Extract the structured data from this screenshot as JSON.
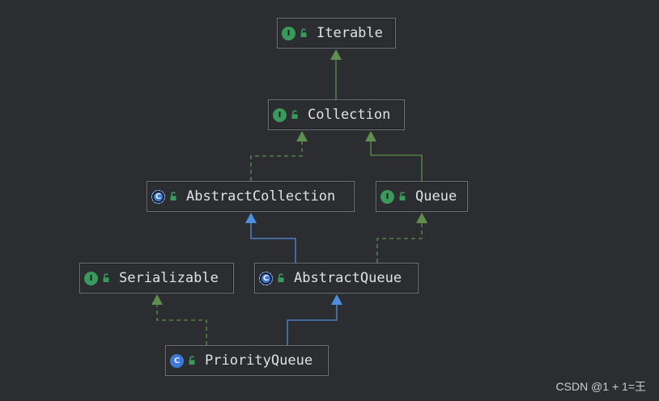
{
  "nodes": {
    "iterable": {
      "label": "Iterable",
      "kind": "interface",
      "kind_letter": "I",
      "icon": "interface-icon"
    },
    "collection": {
      "label": "Collection",
      "kind": "interface",
      "kind_letter": "I",
      "icon": "interface-icon"
    },
    "abstract_collection": {
      "label": "AbstractCollection",
      "kind": "abstract-class",
      "kind_letter": "C",
      "icon": "abstract-class-icon"
    },
    "queue": {
      "label": "Queue",
      "kind": "interface",
      "kind_letter": "I",
      "icon": "interface-icon"
    },
    "serializable": {
      "label": "Serializable",
      "kind": "interface",
      "kind_letter": "I",
      "icon": "interface-icon"
    },
    "abstract_queue": {
      "label": "AbstractQueue",
      "kind": "abstract-class",
      "kind_letter": "C",
      "icon": "abstract-class-icon"
    },
    "priority_queue": {
      "label": "PriorityQueue",
      "kind": "class",
      "kind_letter": "C",
      "icon": "class-icon"
    }
  },
  "edges": [
    {
      "from": "collection",
      "to": "iterable",
      "relation": "extends",
      "style": "solid",
      "color": "#5f8f4e"
    },
    {
      "from": "abstract_collection",
      "to": "collection",
      "relation": "implements",
      "style": "dashed",
      "color": "#5f8f4e"
    },
    {
      "from": "queue",
      "to": "collection",
      "relation": "extends",
      "style": "solid",
      "color": "#5f8f4e"
    },
    {
      "from": "abstract_queue",
      "to": "abstract_collection",
      "relation": "extends",
      "style": "solid",
      "color": "#4f8fdf"
    },
    {
      "from": "abstract_queue",
      "to": "queue",
      "relation": "implements",
      "style": "dashed",
      "color": "#5f8f4e"
    },
    {
      "from": "priority_queue",
      "to": "serializable",
      "relation": "implements",
      "style": "dashed",
      "color": "#5f8f4e"
    },
    {
      "from": "priority_queue",
      "to": "abstract_queue",
      "relation": "extends",
      "style": "solid",
      "color": "#4f8fdf"
    }
  ],
  "icons": {
    "visibility": "unlock-icon"
  },
  "colors": {
    "background": "#2b2d31",
    "node_border": "#6f7378",
    "text": "#dfe1e5",
    "interface": "#3a9a5b",
    "class": "#3d7ad6",
    "green_edge": "#5f8f4e",
    "blue_edge": "#4f8fdf",
    "lock": "#3a9a5b"
  },
  "watermark": "CSDN @1 + 1=王"
}
